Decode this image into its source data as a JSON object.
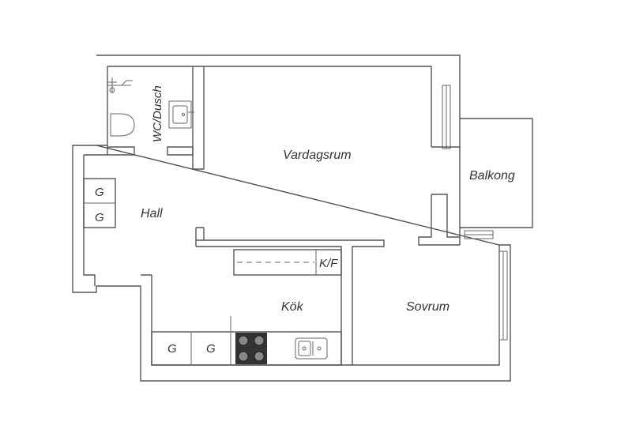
{
  "rooms": {
    "wc": "WC/Dusch",
    "living": "Vardagsrum",
    "balcony": "Balkong",
    "hall": "Hall",
    "fridge": "K/F",
    "kitchen": "Kök",
    "bedroom": "Sovrum"
  },
  "wardrobes": {
    "hall_top": "G",
    "hall_bottom": "G",
    "kitchen_left": "G",
    "kitchen_right": "G"
  },
  "colors": {
    "wall": "#555555",
    "stove": "#333333",
    "text": "#333333"
  }
}
